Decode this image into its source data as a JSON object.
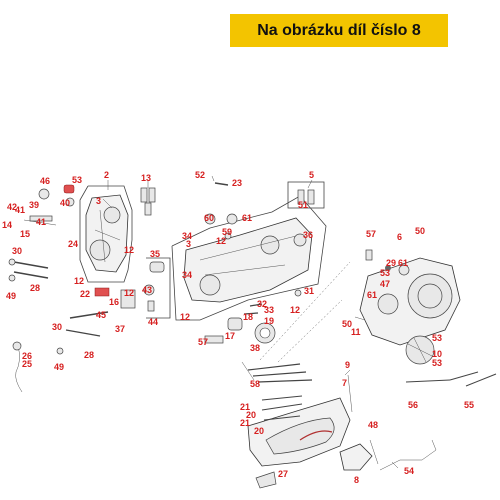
{
  "banner": {
    "text": "Na obrázku díl číslo 8",
    "color": "#f3c400"
  },
  "accent_color": "#d61f1f",
  "callouts": [
    {
      "id": "c1",
      "text": "2"
    },
    {
      "id": "c2",
      "text": "3"
    },
    {
      "id": "c3",
      "text": "53"
    },
    {
      "id": "c4",
      "text": "46"
    },
    {
      "id": "c5",
      "text": "40"
    },
    {
      "id": "c6",
      "text": "39"
    },
    {
      "id": "c7",
      "text": "42"
    },
    {
      "id": "c8",
      "text": "41"
    },
    {
      "id": "c9",
      "text": "41"
    },
    {
      "id": "c10",
      "text": "14"
    },
    {
      "id": "c11",
      "text": "15"
    },
    {
      "id": "c12",
      "text": "24"
    },
    {
      "id": "c13",
      "text": "12"
    },
    {
      "id": "c14",
      "text": "30"
    },
    {
      "id": "c15",
      "text": "12"
    },
    {
      "id": "c16",
      "text": "28"
    },
    {
      "id": "c17",
      "text": "49"
    },
    {
      "id": "c18",
      "text": "13"
    },
    {
      "id": "c19",
      "text": "52"
    },
    {
      "id": "c20",
      "text": "23"
    },
    {
      "id": "c21",
      "text": "5"
    },
    {
      "id": "c22",
      "text": "51"
    },
    {
      "id": "c23",
      "text": "60"
    },
    {
      "id": "c24",
      "text": "61"
    },
    {
      "id": "c25",
      "text": "59"
    },
    {
      "id": "c26",
      "text": "12"
    },
    {
      "id": "c27",
      "text": "36"
    },
    {
      "id": "c28",
      "text": "34"
    },
    {
      "id": "c29",
      "text": "3"
    },
    {
      "id": "c30",
      "text": "34"
    },
    {
      "id": "c31",
      "text": "35"
    },
    {
      "id": "c32",
      "text": "22"
    },
    {
      "id": "c33",
      "text": "43"
    },
    {
      "id": "c34",
      "text": "16"
    },
    {
      "id": "c35",
      "text": "12"
    },
    {
      "id": "c36",
      "text": "44"
    },
    {
      "id": "c37",
      "text": "12"
    },
    {
      "id": "c38",
      "text": "45"
    },
    {
      "id": "c39",
      "text": "37"
    },
    {
      "id": "c40",
      "text": "30"
    },
    {
      "id": "c41",
      "text": "26"
    },
    {
      "id": "c42",
      "text": "25"
    },
    {
      "id": "c43",
      "text": "28"
    },
    {
      "id": "c44",
      "text": "49"
    },
    {
      "id": "c45",
      "text": "18"
    },
    {
      "id": "c46",
      "text": "32"
    },
    {
      "id": "c47",
      "text": "33"
    },
    {
      "id": "c48",
      "text": "19"
    },
    {
      "id": "c49",
      "text": "17"
    },
    {
      "id": "c50",
      "text": "57"
    },
    {
      "id": "c51",
      "text": "38"
    },
    {
      "id": "c52",
      "text": "31"
    },
    {
      "id": "c53",
      "text": "12"
    },
    {
      "id": "c54",
      "text": "57"
    },
    {
      "id": "c55",
      "text": "50"
    },
    {
      "id": "c56",
      "text": "6"
    },
    {
      "id": "c57",
      "text": "29"
    },
    {
      "id": "c58",
      "text": "61"
    },
    {
      "id": "c59",
      "text": "47"
    },
    {
      "id": "c60",
      "text": "61"
    },
    {
      "id": "c61",
      "text": "53"
    },
    {
      "id": "c62",
      "text": "50"
    },
    {
      "id": "c63",
      "text": "11"
    },
    {
      "id": "c64",
      "text": "53"
    },
    {
      "id": "c65",
      "text": "10"
    },
    {
      "id": "c66",
      "text": "53"
    },
    {
      "id": "c67",
      "text": "58"
    },
    {
      "id": "c68",
      "text": "9"
    },
    {
      "id": "c69",
      "text": "7"
    },
    {
      "id": "c70",
      "text": "21"
    },
    {
      "id": "c71",
      "text": "20"
    },
    {
      "id": "c72",
      "text": "21"
    },
    {
      "id": "c73",
      "text": "20"
    },
    {
      "id": "c74",
      "text": "48"
    },
    {
      "id": "c75",
      "text": "8"
    },
    {
      "id": "c76",
      "text": "54"
    },
    {
      "id": "c77",
      "text": "27"
    },
    {
      "id": "c78",
      "text": "56"
    },
    {
      "id": "c79",
      "text": "55"
    }
  ]
}
